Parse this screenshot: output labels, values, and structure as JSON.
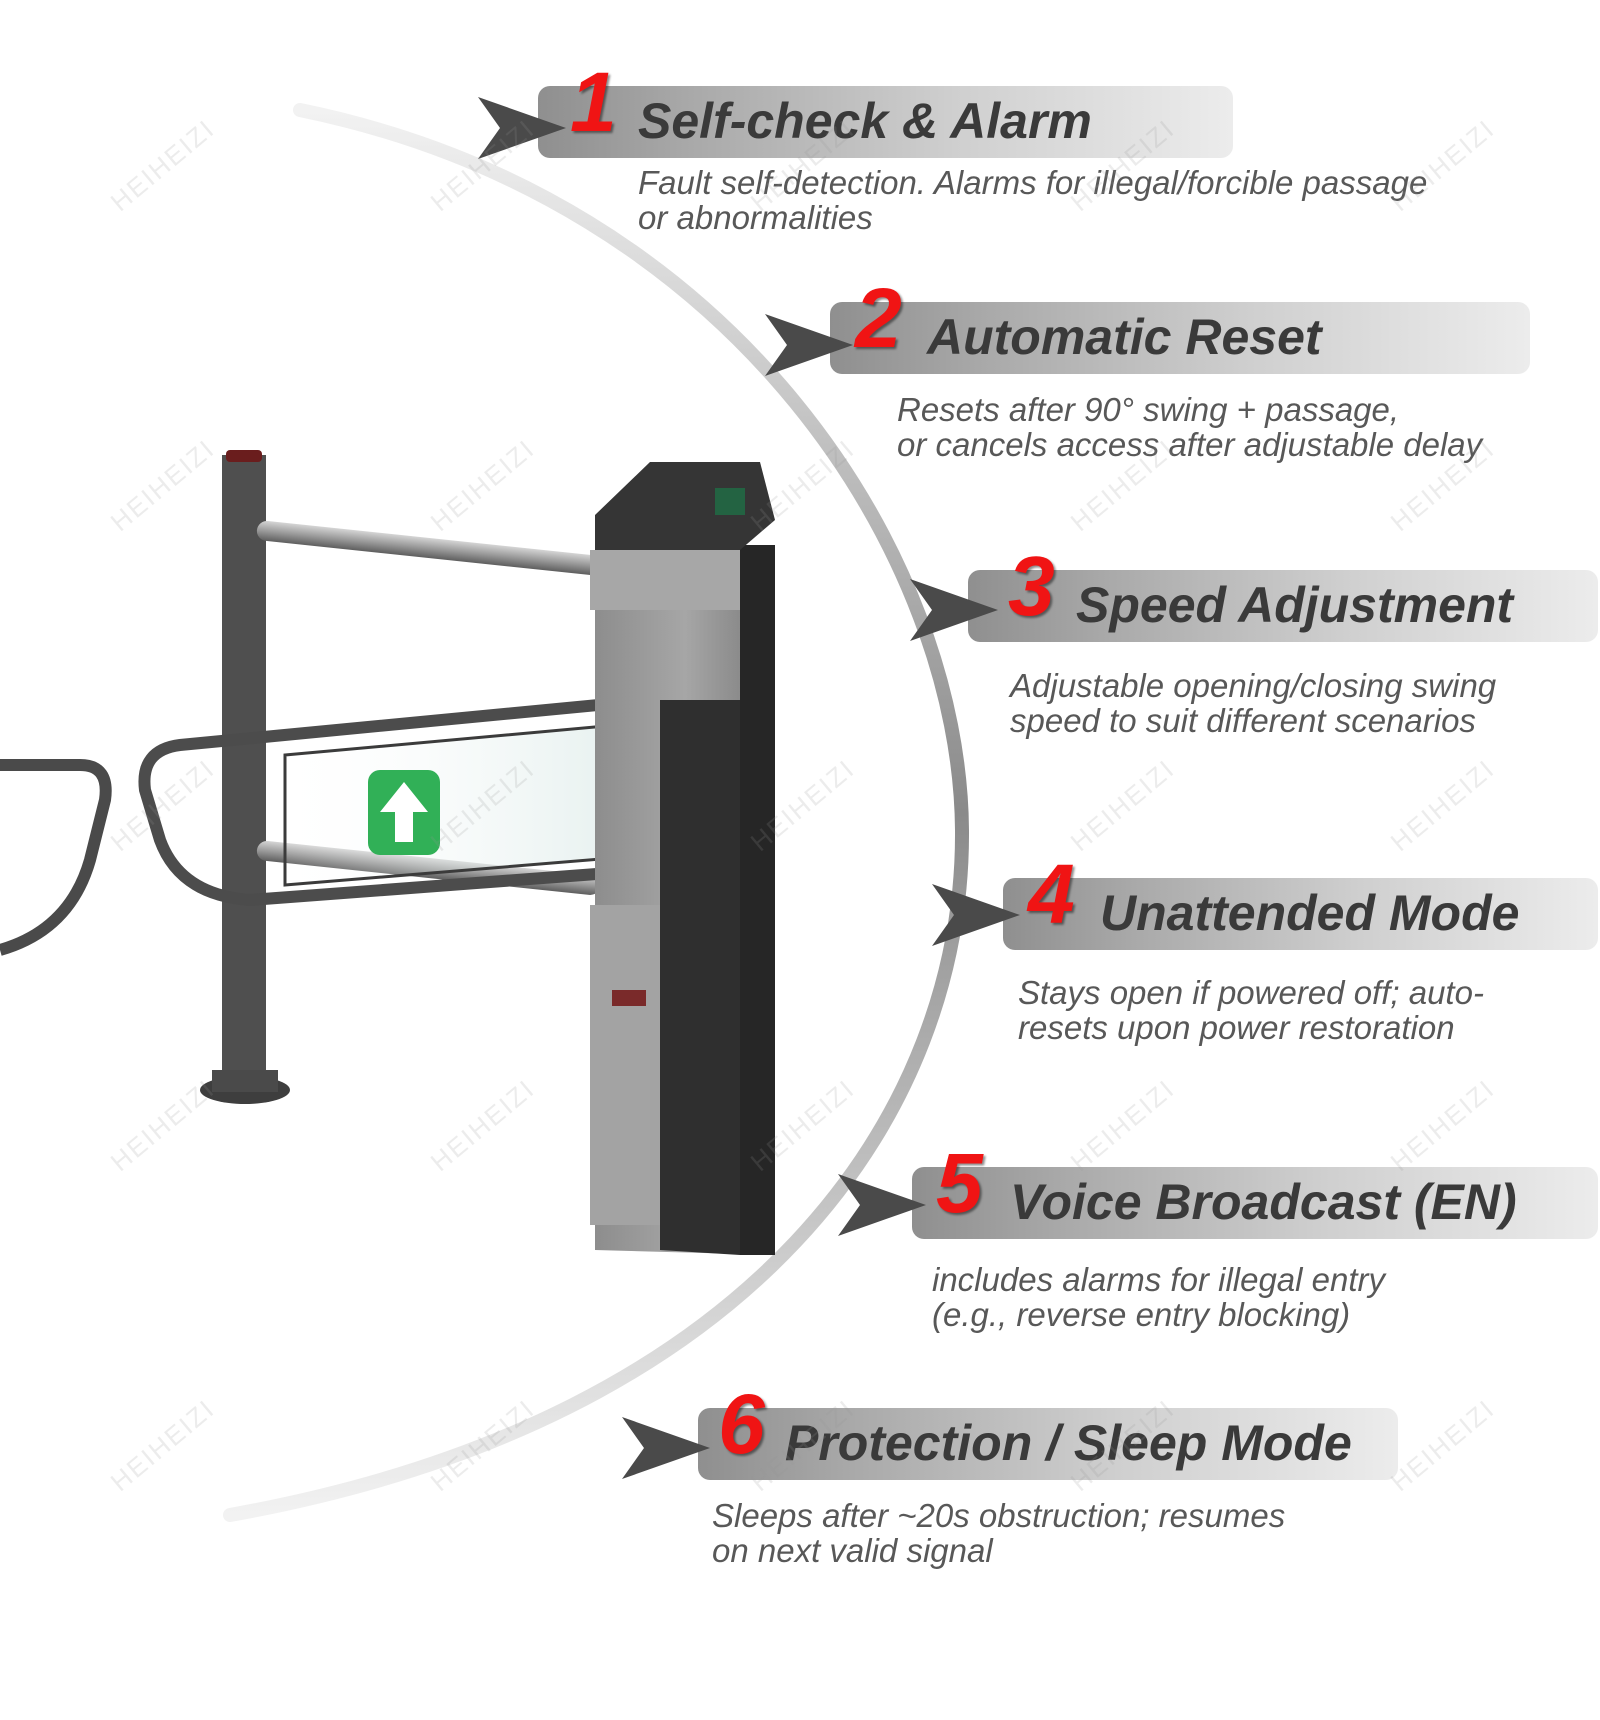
{
  "colors": {
    "number_red": "#f01414",
    "title_text": "#3a3a3a",
    "desc_text": "#585858",
    "banner_dark": "#8f8f8f",
    "banner_light": "#ececec",
    "arc_gray": "#a3a3a3",
    "arrow_gray": "#4a4a4a",
    "sign_green": "#31b057"
  },
  "features": [
    {
      "number": "1",
      "title": "Self-check & Alarm",
      "desc_line1": "Fault self-detection. Alarms for illegal/forcible passage",
      "desc_line2": "or abnormalities"
    },
    {
      "number": "2",
      "title": "Automatic Reset",
      "desc_line1": "Resets after 90° swing + passage,",
      "desc_line2": "or cancels access after adjustable delay"
    },
    {
      "number": "3",
      "title": "Speed Adjustment",
      "desc_line1": "Adjustable opening/closing swing",
      "desc_line2": "speed to suit different scenarios"
    },
    {
      "number": "4",
      "title": "Unattended Mode",
      "desc_line1": "Stays open if powered off; auto-",
      "desc_line2": "resets upon power restoration"
    },
    {
      "number": "5",
      "title": "Voice Broadcast (EN)",
      "desc_line1": "includes alarms for illegal entry",
      "desc_line2": "(e.g., reverse entry blocking)"
    },
    {
      "number": "6",
      "title": "Protection / Sleep Mode",
      "desc_line1": "Sleeps after ~20s obstruction; resumes",
      "desc_line2": "on next valid signal"
    }
  ],
  "watermark": "HEIHEIZI",
  "icons": {
    "arrow": "chevron-pointer-icon",
    "sign": "up-arrow-icon"
  }
}
